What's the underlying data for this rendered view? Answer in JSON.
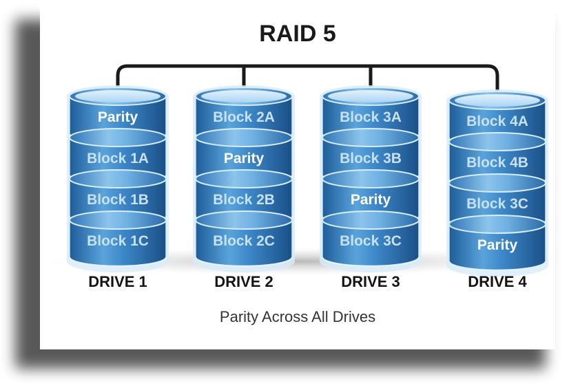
{
  "title": "RAID 5",
  "caption": "Parity Across All Drives",
  "colors": {
    "disk_dark": "#1e5d99",
    "disk_mid": "#3d88c9",
    "disk_light": "#7fb9e6",
    "top_face": "#bfe0f8",
    "bus": "#1a1a1a",
    "parity_text": "#ffffff",
    "block_text": "#c7e2f7"
  },
  "drives": [
    {
      "label": "DRIVE 1",
      "segments": [
        "Parity",
        "Block 1A",
        "Block 1B",
        "Block 1C"
      ],
      "parity_index": 0
    },
    {
      "label": "DRIVE 2",
      "segments": [
        "Block 2A",
        "Parity",
        "Block 2B",
        "Block 2C"
      ],
      "parity_index": 1
    },
    {
      "label": "DRIVE 3",
      "segments": [
        "Block 3A",
        "Block 3B",
        "Parity",
        "Block 3C"
      ],
      "parity_index": 2
    },
    {
      "label": "DRIVE 4",
      "segments": [
        "Block 4A",
        "Block 4B",
        "Block 3C",
        "Parity"
      ],
      "parity_index": 3
    }
  ]
}
